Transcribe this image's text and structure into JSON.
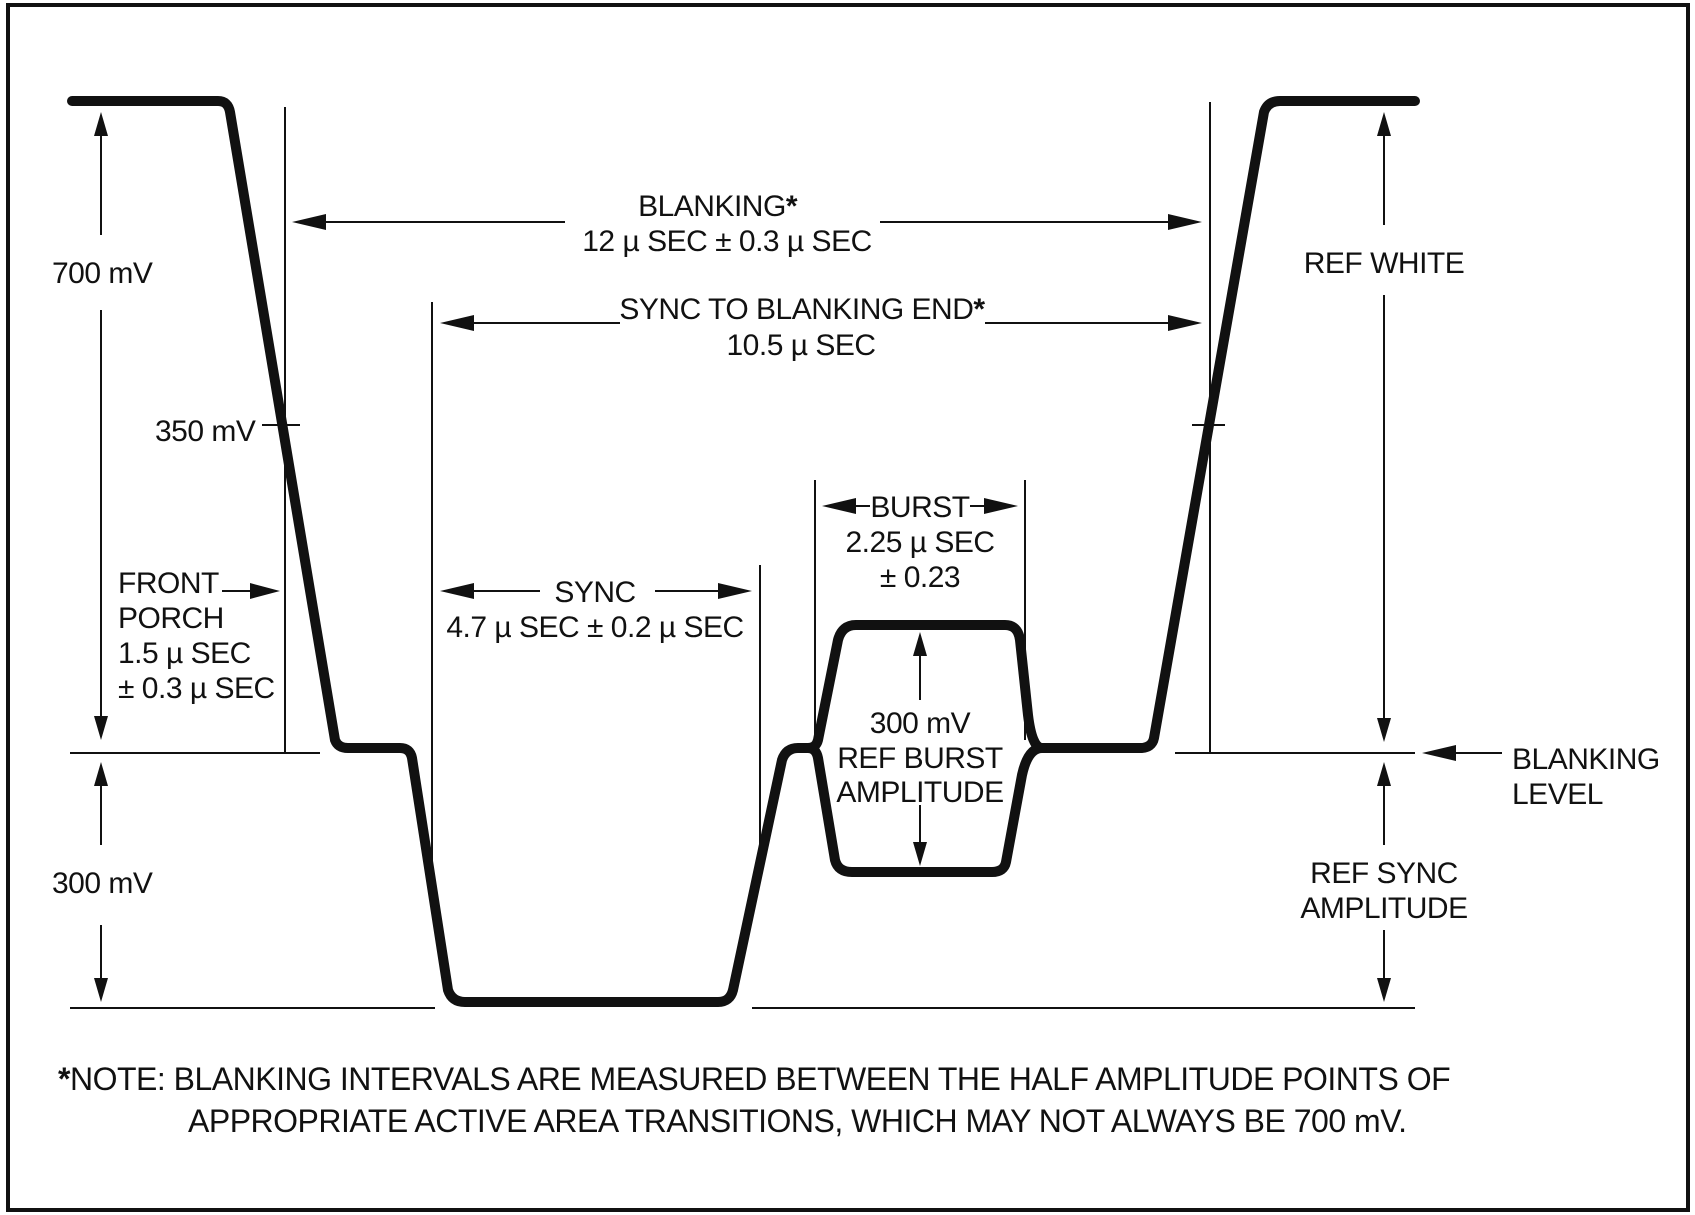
{
  "diagram": {
    "labels": {
      "v700": "700 mV",
      "v350": "350 mV",
      "v300": "300 mV",
      "blanking_title": "BLANKING",
      "blanking_star": "*",
      "blanking_value": "12 µ SEC ± 0.3 µ SEC",
      "sync_to_blank_title": "SYNC TO BLANKING END",
      "sync_to_blank_star": "*",
      "sync_to_blank_value": "10.5 µ SEC",
      "ref_white": "REF WHITE",
      "burst_title": "BURST",
      "burst_value": "2.25 µ SEC",
      "burst_tol": "± 0.23",
      "front_porch_1": "FRONT",
      "front_porch_2": "PORCH",
      "front_porch_3": "1.5 µ SEC",
      "front_porch_4": "± 0.3 µ SEC",
      "sync_title": "SYNC",
      "sync_value": "4.7 µ SEC ± 0.2 µ SEC",
      "burst_amp_1": "300 mV",
      "burst_amp_2": "REF BURST",
      "burst_amp_3": "AMPLITUDE",
      "blanking_level_1": "BLANKING",
      "blanking_level_2": "LEVEL",
      "ref_sync_1": "REF SYNC",
      "ref_sync_2": "AMPLITUDE"
    },
    "note": {
      "star": "*",
      "line1": "NOTE: BLANKING INTERVALS ARE MEASURED BETWEEN THE HALF AMPLITUDE POINTS OF",
      "line2": "APPROPRIATE ACTIVE AREA TRANSITIONS, WHICH MAY NOT ALWAYS BE 700 mV."
    }
  }
}
